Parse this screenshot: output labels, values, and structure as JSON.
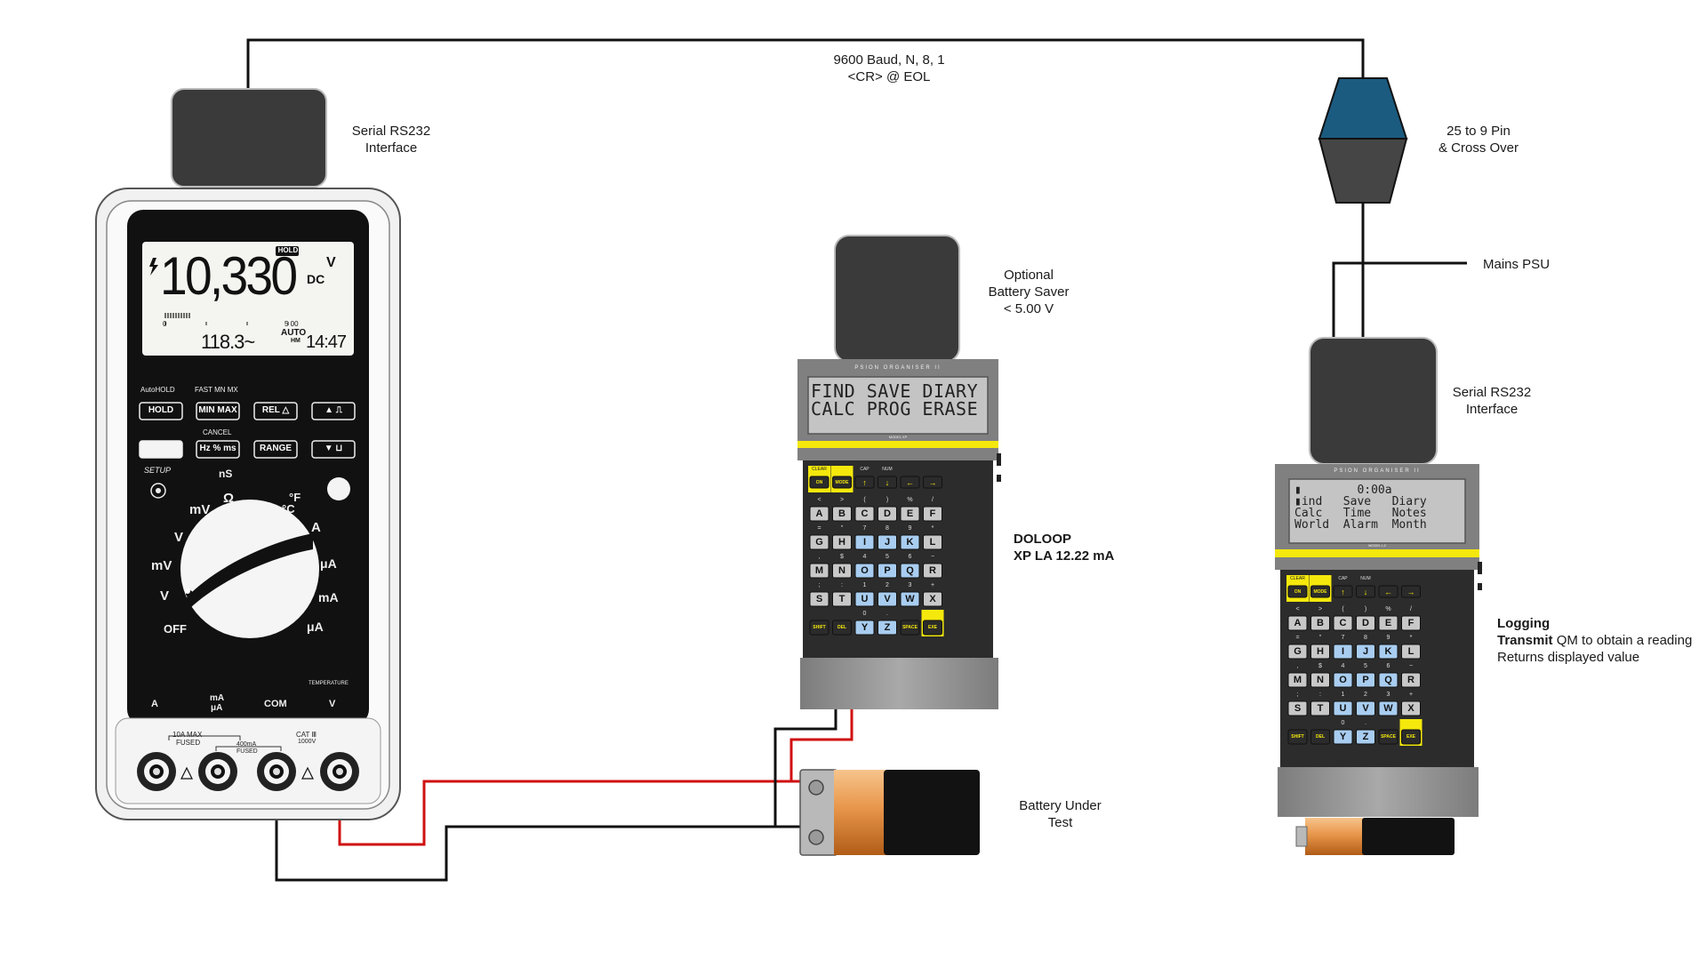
{
  "labels": {
    "serial_top": "9600 Baud, N, 8, 1",
    "serial_eol": "<CR> @ EOL",
    "dmm_interface_l1": "Serial RS232",
    "dmm_interface_l2": "Interface",
    "adapter_l1": "25 to 9 Pin",
    "adapter_l2": "& Cross Over",
    "mains": "Mains PSU",
    "saver_l1": "Optional",
    "saver_l2": "Battery Saver",
    "saver_l3": "< 5.00 V",
    "doloop_l1": "DOLOOP",
    "doloop_l2": "XP LA 12.22 mA",
    "psion_interface_l1": "Serial RS232",
    "psion_interface_l2": "Interface",
    "logging_title": "Logging",
    "logging_bold": "Transmit",
    "logging_rest": " QM to obtain  a reading",
    "logging_l3": "Returns displayed value",
    "battery_l1": "Battery Under",
    "battery_l2": "Test"
  },
  "multimeter": {
    "hold_badge": "HOLD",
    "main_reading": "10,330",
    "unit_v": "V",
    "unit_dc": "DC",
    "bar_zero": "0",
    "bar_500": "5 00",
    "auto": "AUTO",
    "hm": "HM",
    "secondary_reading": "118.3~",
    "time": "14:47",
    "autohold": "AutoHOLD",
    "fast_mn_mx": "FAST MN MX",
    "cancel": "CANCEL",
    "btn_hold": "HOLD",
    "btn_minmax": "MIN MAX",
    "btn_rel": "REL △",
    "btn_up": "▲ ⎍",
    "btn_hz": "Hz % ms",
    "btn_range": "RANGE",
    "btn_down": "▼ ⊔",
    "setup": "SETUP",
    "dial_ns": "nS",
    "dial_ohm": "Ω",
    "dial_degf": "°F",
    "dial_degc": "°C",
    "dial_mv": "mV",
    "dial_acdc_v": "V",
    "dial_mv2": "mV",
    "dial_v2": "V",
    "dial_off": "OFF",
    "dial_ama": "A",
    "dial_ua": "μA",
    "dial_amaa": "mA",
    "dial_ua2": "μA",
    "term_a": "A",
    "term_ma": "mA",
    "term_ua": "μA",
    "term_com": "COM",
    "term_temp": "TEMPERATURE",
    "term_v": "V",
    "fuse_10a": "10A MAX",
    "fuse_fused": "FUSED",
    "fuse_400": "400mA",
    "fuse_fused2": "FUSED",
    "cat": "CAT Ⅲ",
    "cat_v": "1000V"
  },
  "psion1": {
    "brand": "PSION ORGANISER II",
    "model": "MODEL XP",
    "lcd_line1": "FIND SAVE DIARY",
    "lcd_line2": "CALC PROG ERASE"
  },
  "psion2": {
    "brand": "PSION ORGANISER II",
    "model": "MODEL LZ",
    "lcd_line0": "▮        0:00a",
    "lcd_line1": "▮ind   Save   Diary",
    "lcd_line2": "Calc   Time   Notes",
    "lcd_line3": "World  Alarm  Month"
  },
  "keypad": {
    "top_small": [
      "CLEAR",
      "",
      "CAP",
      "NUM",
      "",
      ""
    ],
    "top_keys": [
      "ON",
      "MODE",
      "↑",
      "↓",
      "←",
      "→"
    ],
    "row_small": [
      [
        "<",
        ">",
        "(",
        ")",
        "%",
        "/"
      ],
      [
        "=",
        "\"",
        "7",
        "8",
        "9",
        "*"
      ],
      [
        ",",
        "$",
        "4",
        "5",
        "6",
        "−"
      ],
      [
        ";",
        ":",
        "1",
        "2",
        "3",
        "+"
      ],
      [
        "",
        "",
        "0",
        ".",
        "",
        ""
      ]
    ],
    "rows": [
      [
        "A",
        "B",
        "C",
        "D",
        "E",
        "F"
      ],
      [
        "G",
        "H",
        "I",
        "J",
        "K",
        "L"
      ],
      [
        "M",
        "N",
        "O",
        "P",
        "Q",
        "R"
      ],
      [
        "S",
        "T",
        "U",
        "V",
        "W",
        "X"
      ],
      [
        "SHIFT",
        "DEL",
        "Y",
        "Z",
        "SPACE",
        "EXE"
      ]
    ]
  },
  "colors": {
    "wire_red": "#d01010",
    "wire_black": "#111111",
    "psion_yellow": "#f4e80c",
    "key_blue": "#a8cdf0",
    "adapter_blue": "#1b5b80",
    "battery_copper": "#e8964a"
  }
}
